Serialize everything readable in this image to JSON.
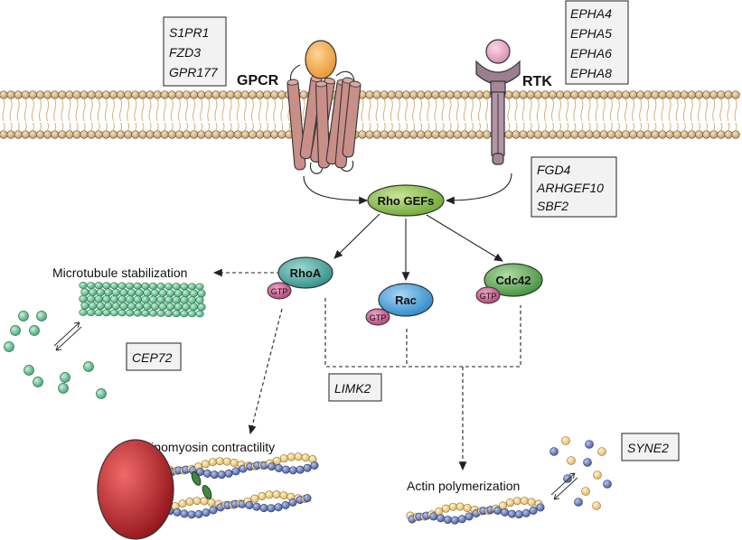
{
  "receptors": {
    "gpcr_label": "GPCR",
    "rtk_label": "RTK"
  },
  "nodes": {
    "rho_gefs": "Rho GEFs",
    "rhoa": "RhoA",
    "rac": "Rac",
    "cdc42": "Cdc42",
    "gtp": "GTP"
  },
  "outcomes": {
    "microtubule": "Microtubule stabilization",
    "actinomyosin": "Actinomyosin contractility",
    "actin": "Actin polymerization"
  },
  "gene_boxes": {
    "gpcr_genes": [
      "S1PR1",
      "FZD3",
      "GPR177"
    ],
    "rtk_genes": [
      "EPHA4",
      "EPHA5",
      "EPHA6",
      "EPHA8"
    ],
    "gef_genes": [
      "FGD4",
      "ARHGEF10",
      "SBF2"
    ],
    "cep": "CEP72",
    "limk": "LIMK2",
    "syne": "SYNE2"
  },
  "colors": {
    "membrane_head": "#d9b98a",
    "gpcr": "#c98e88",
    "ligand_gpcr": "#f1a94e",
    "ligand_rtk": "#e9a7c4",
    "rtk": "#a58797",
    "rho_gefs": "#8fc04f",
    "rhoa": "#4aa8a0",
    "rac": "#3f9ddc",
    "cdc42": "#5fae5a",
    "gtp": "#c0528c",
    "tubulin": "#6cc69a",
    "actin_blue": "#5f74b4",
    "actin_yellow": "#f2d38a",
    "myosin": "#b51f28",
    "gene_box_fill": "#f2f2f2"
  }
}
